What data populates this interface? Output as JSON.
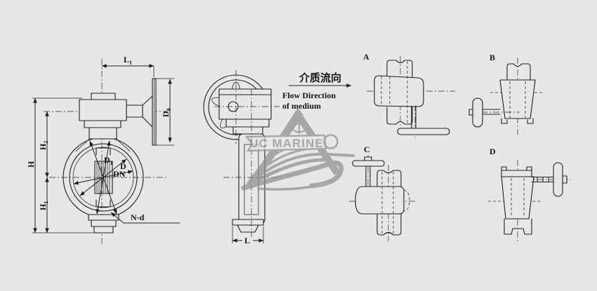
{
  "colors": {
    "background": "#e7e7e7",
    "line": "#1f1f1f",
    "watermark": "#8f8f8f"
  },
  "watermark": {
    "brand": "UC MARINE"
  },
  "flow_direction": {
    "chinese": "介质流向",
    "english_line1": "Flow Direction",
    "english_line2": "of medium"
  },
  "front_view": {
    "dim_l1": {
      "main": "L",
      "sub": "1"
    },
    "dim_do": {
      "main": "D",
      "sub": "0"
    },
    "dim_h": "H",
    "dim_h2": {
      "main": "H",
      "sub": "2"
    },
    "dim_h1": {
      "main": "H",
      "sub": "1"
    },
    "dim_d1": {
      "main": "D",
      "sub": "1"
    },
    "dim_d": "D",
    "dim_dn": "DN",
    "bolt_label": "N-d"
  },
  "side_view": {
    "dim_l": "L"
  },
  "variant_views": [
    {
      "label": "A"
    },
    {
      "label": "B"
    },
    {
      "label": "C"
    },
    {
      "label": "D"
    }
  ]
}
